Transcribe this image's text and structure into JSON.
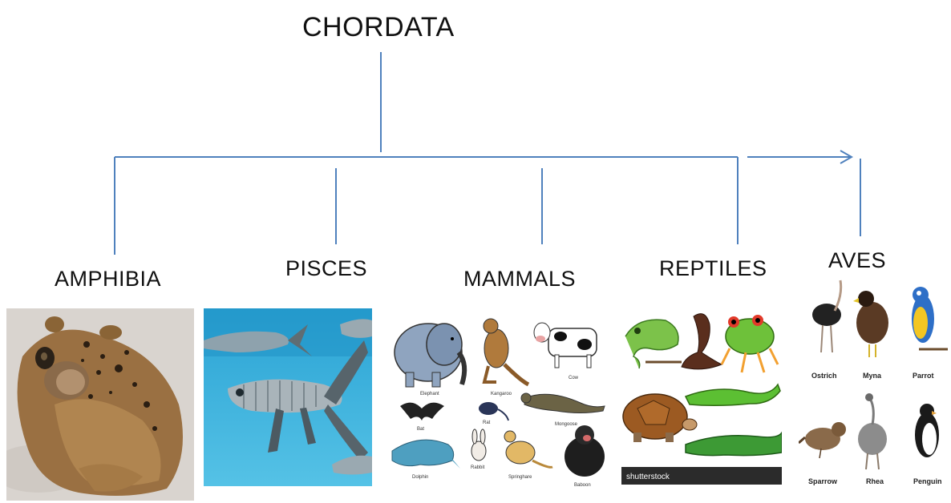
{
  "root": {
    "label": "CHORDATA"
  },
  "classes": [
    {
      "label": "AMPHIBIA"
    },
    {
      "label": "PISCES"
    },
    {
      "label": "MAMMALS"
    },
    {
      "label": "REPTILES"
    },
    {
      "label": "AVES"
    }
  ],
  "mammal_captions": [
    "Elephant",
    "Kangaroo",
    "Cow",
    "Bat",
    "Rat",
    "Mongoose",
    "Dolphin",
    "Rabbit",
    "Springhare",
    "Baboon"
  ],
  "reptile_watermark": "shutterstock",
  "bird_captions": [
    "Ostrich",
    "Myna",
    "Parrot",
    "Sparrow",
    "Rhea",
    "Penguin"
  ],
  "colors": {
    "line": "#4f81bd",
    "text": "#111111"
  }
}
